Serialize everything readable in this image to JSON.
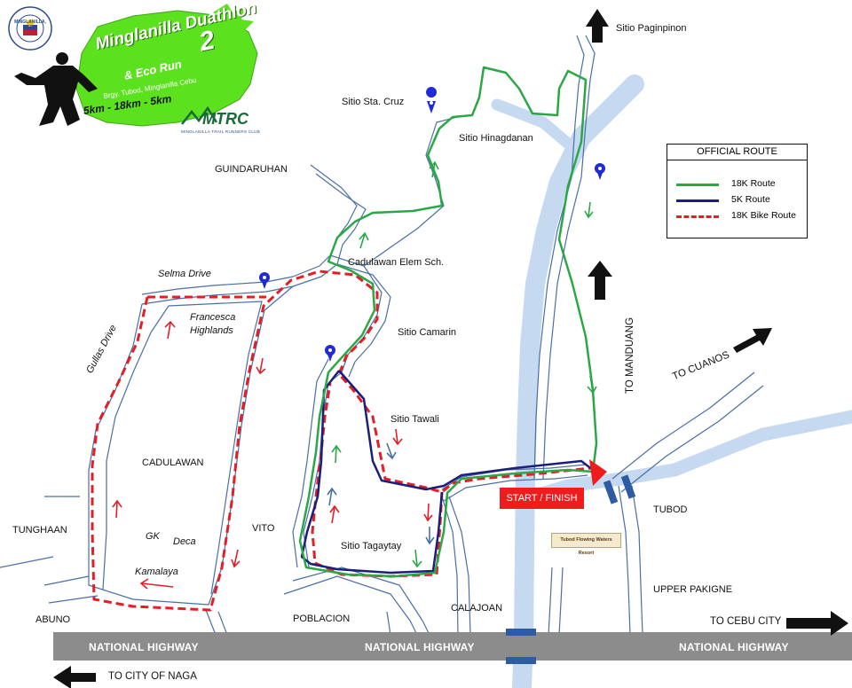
{
  "event": {
    "title": "Minglanilla",
    "name": "Duathlon",
    "edition": "2",
    "subtitle": "& Eco Run",
    "venue": "Brgy. Tubod, Minglanilla Cebu",
    "distances": "5km - 18km - 5km",
    "seal_text": "MINGLANILLA, CEBU",
    "club_abbr": "MTRC",
    "club_name": "MINGLANILLA TRAIL RUNNERS CLUB"
  },
  "legend": {
    "title": "OFFICIAL ROUTE",
    "items": [
      {
        "label": "18K Route",
        "color": "#2aa846",
        "style": "solid"
      },
      {
        "label": "5K Route",
        "color": "#1b1f7a",
        "style": "solid"
      },
      {
        "label": "18K Bike Route",
        "color": "#e41e26",
        "style": "dashed"
      }
    ]
  },
  "places": {
    "sitio_paginpinon": "Sitio Paginpinon",
    "sitio_sta_cruz": "Sitio Sta. Cruz",
    "sitio_hinagdanan": "Sitio Hinagdanan",
    "guindaruhan": "GUINDARUHAN",
    "cadulawan_elem": "Cadulawan Elem Sch.",
    "selma_drive": "Selma Drive",
    "francesca_1": "Francesca",
    "francesca_2": "Highlands",
    "sitio_camarin": "Sitio Camarin",
    "gullas_drive": "Gullas Drive",
    "sitio_tawali": "Sitio Tawali",
    "cadulawan": "CADULAWAN",
    "tunghaan": "TUNGHAAN",
    "gk": "GK",
    "deca": "Deca",
    "vito": "VITO",
    "sitio_tagaytay": "Sitio Tagaytay",
    "kamalaya": "Kamalaya",
    "abuno": "ABUNO",
    "poblacion": "POBLACION",
    "calajoan": "CALAJOAN",
    "tubod": "TUBOD",
    "upper_pakigne": "UPPER PAKIGNE",
    "to_manduang": "TO MANDUANG",
    "to_cuanos": "TO CUANOS",
    "to_cebu_city": "TO CEBU CITY",
    "to_city_of_naga": "TO CITY OF NAGA",
    "resort": "Tubod Flowing Waters Resort"
  },
  "highway": {
    "label": "NATIONAL HIGHWAY",
    "color": "#8c8c8c"
  },
  "start_finish": {
    "label": "START / FINISH",
    "color": "#ee1c1c"
  },
  "colors": {
    "river": "#c5d9f1",
    "road": "#4a6fa5",
    "logo_green": "#5ce11f"
  }
}
